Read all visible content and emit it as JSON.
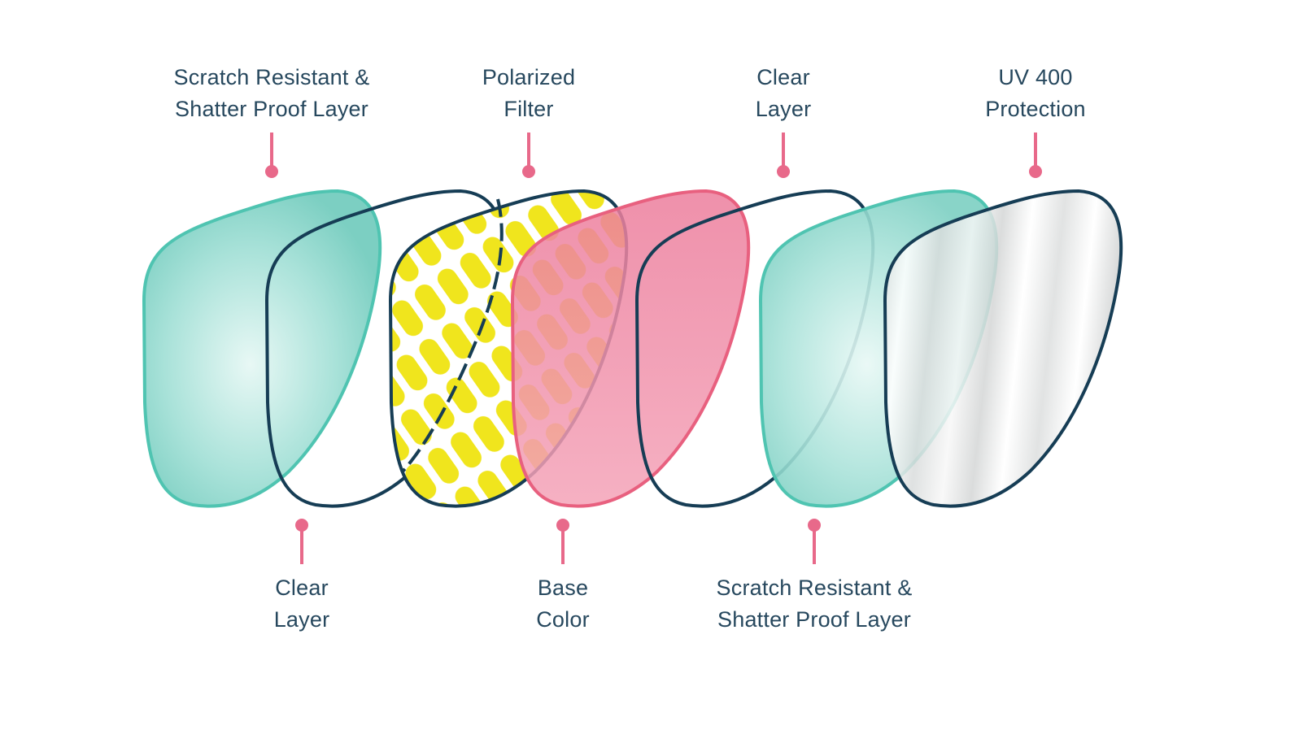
{
  "top_labels": [
    {
      "line1": "Scratch Resistant &",
      "line2": "Shatter Proof Layer"
    },
    {
      "line1": "Polarized",
      "line2": "Filter"
    },
    {
      "line1": "Clear",
      "line2": "Layer"
    },
    {
      "line1": "UV 400",
      "line2": "Protection"
    }
  ],
  "bottom_labels": [
    {
      "line1": "Clear",
      "line2": "Layer"
    },
    {
      "line1": "Base",
      "line2": "Color"
    },
    {
      "line1": "Scratch Resistant &",
      "line2": "Shatter Proof Layer"
    }
  ],
  "colors": {
    "text": "#27485e",
    "pointer": "#e8698a",
    "teal_fill": "#8fd8cc",
    "teal_stroke": "#4fc4b1",
    "outline": "#163d55",
    "yellow": "#f0e51d",
    "pink_fill": "#f08aa6",
    "pink_stroke": "#e8607f"
  }
}
